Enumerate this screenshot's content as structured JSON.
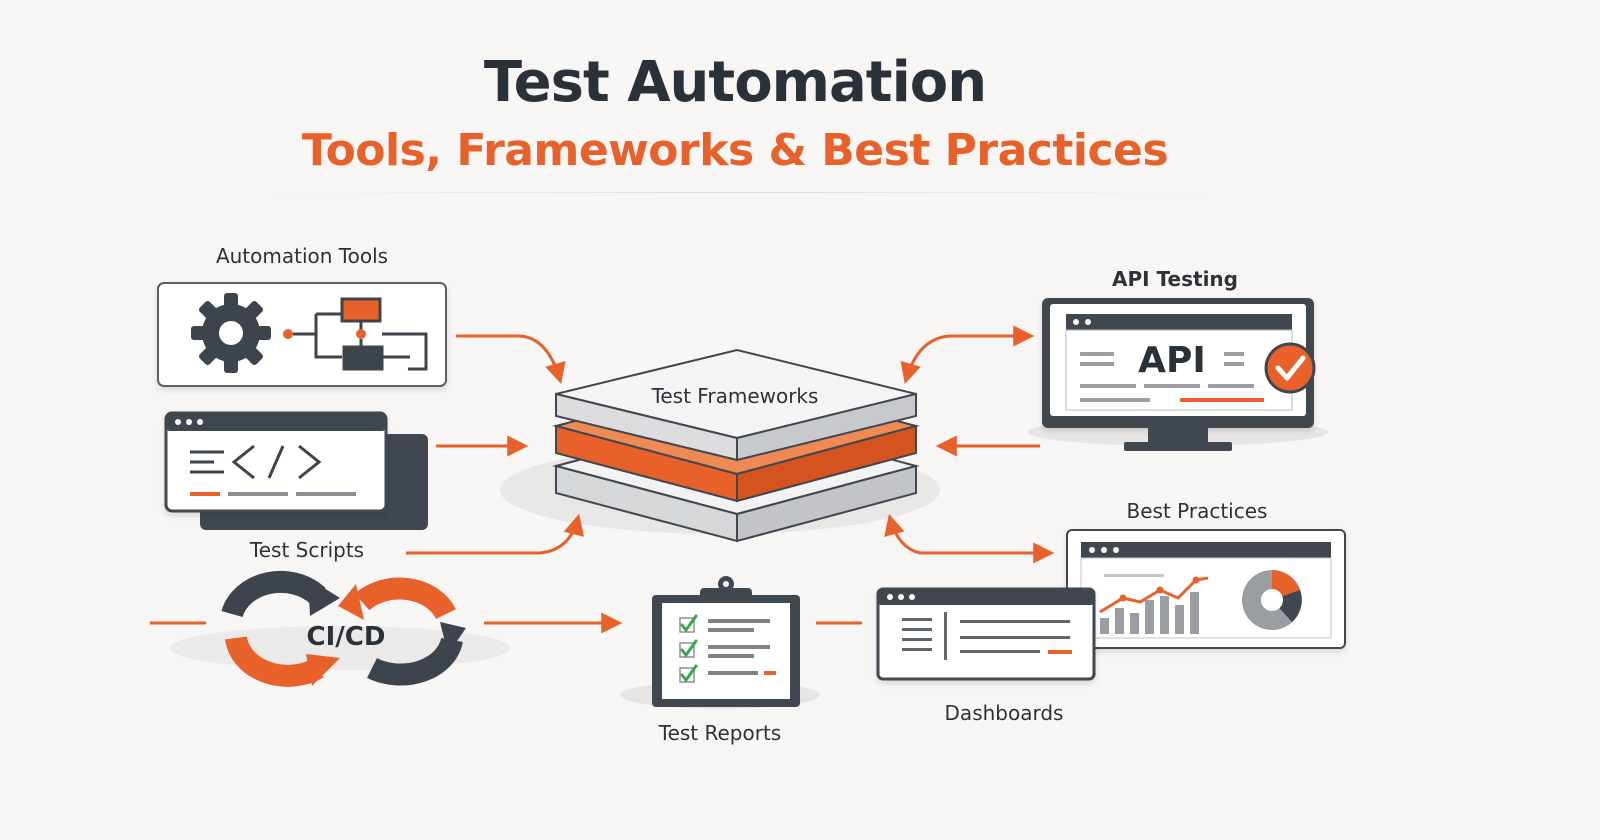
{
  "header": {
    "title": "Test Automation",
    "subtitle": "Tools, Frameworks & Best Practices"
  },
  "nodes": {
    "automation_tools": "Automation Tools",
    "test_scripts": "Test Scripts",
    "ci_cd": "CI/CD",
    "test_frameworks": "Test Frameworks",
    "api_testing": "API Testing",
    "api_screen_text": "API",
    "best_practices": "Best Practices",
    "test_reports": "Test Reports",
    "dashboards": "Dashboards"
  },
  "colors": {
    "accent": "#e8612a",
    "dark": "#3d444c",
    "check": "#3aa84a"
  },
  "icons": [
    "gear-icon",
    "flowchart-icon",
    "code-window-icon",
    "cycle-arrows-icon",
    "layer-stack-icon",
    "monitor-icon",
    "check-badge-icon",
    "clipboard-icon",
    "dashboard-window-icon",
    "chart-window-icon",
    "pie-chart-icon"
  ]
}
